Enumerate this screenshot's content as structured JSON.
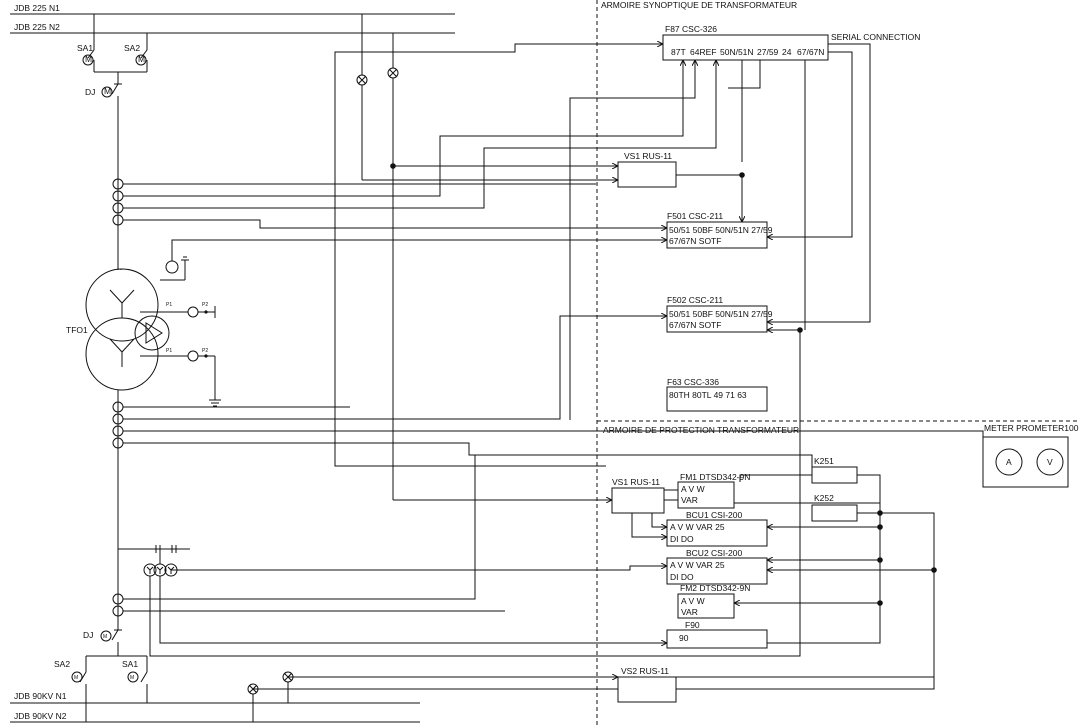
{
  "buses": {
    "hv_n1": "JDB 225 N1",
    "hv_n2": "JDB 225 N2",
    "lv_n1": "JDB 90KV N1",
    "lv_n2": "JDB 90KV N2"
  },
  "hv_bay": {
    "sa1": "SA1",
    "sa2": "SA2",
    "breaker": "DJ",
    "motor": "M"
  },
  "lv_bay": {
    "sa1": "SA1",
    "sa2": "SA2",
    "breaker": "DJ",
    "motor": "M"
  },
  "transformer": {
    "name": "TFO1",
    "ct_primary": "P1",
    "ct_secondary": "P2"
  },
  "sections": {
    "synoptic": "ARMOIRE SYNOPTIQUE DE TRANSFORMATEUR",
    "protection": "ARMOIRE DE PROTECTION TRANSFORMATEUR"
  },
  "devices": {
    "f87": {
      "title": "F87 CSC-326",
      "functions": [
        "87T",
        "64REF",
        "50N/51N",
        "27/59",
        "24",
        "67/67N"
      ]
    },
    "serial": "SERIAL CONNECTION",
    "vs1_top": "VS1 RUS-11",
    "f501": {
      "title": "F501 CSC-211",
      "line1": "50/51  50BF  50N/51N  27/59",
      "line2": "67/67N  SOTF"
    },
    "f502": {
      "title": "F502 CSC-211",
      "line1": "50/51  50BF  50N/51N  27/59",
      "line2": "67/67N  SOTF"
    },
    "f63": {
      "title": "F63 CSC-336",
      "line1": "80TH  80TL   49    71    63"
    },
    "meter": {
      "title": "METER PROMETER100",
      "a": "A",
      "v": "V"
    },
    "k251": "K251",
    "k252": "K252",
    "vs1_prot": "VS1 RUS-11",
    "fm1": {
      "title": "FM1 DTSD342-9N",
      "line1": "A   V    W",
      "line2": "VAR"
    },
    "bcu1": {
      "title": "BCU1 CSI-200",
      "line1": "A   V    W      VAR     25",
      "line2": "DI  DO"
    },
    "bcu2": {
      "title": "BCU2 CSI-200",
      "line1": "A   V    W      VAR     25",
      "line2": "DI  DO"
    },
    "fm2": {
      "title": "FM2 DTSD342-9N",
      "line1": "A   V    W",
      "line2": "VAR"
    },
    "f90": {
      "title": "F90",
      "line1": "90"
    },
    "vs2": "VS2 RUS-11"
  }
}
